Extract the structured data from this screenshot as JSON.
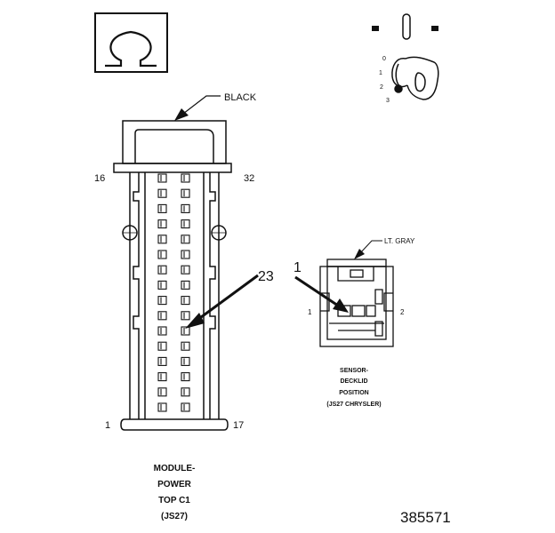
{
  "connector_main": {
    "wire_color": "BLACK",
    "pin_top_left": "16",
    "pin_top_right": "32",
    "pin_bottom_left": "1",
    "pin_bottom_right": "17",
    "callout_pin": "23",
    "caption_line1": "MODULE-",
    "caption_line2": "POWER",
    "caption_line3": "TOP C1",
    "caption_line4": "(JS27)"
  },
  "connector_sensor": {
    "wire_color": "LT. GRAY",
    "callout_pin": "1",
    "pin_left": "1",
    "pin_right": "2",
    "caption_line1": "SENSOR-",
    "caption_line2": "DECKLID",
    "caption_line3": "POSITION",
    "caption_line4": "(JS27 CHRYSLER)"
  },
  "key_positions": [
    "3",
    "2",
    "1",
    "0"
  ],
  "figure_number": "385571",
  "icons": [
    "omega-symbol-icon",
    "ignition-key-icon"
  ]
}
